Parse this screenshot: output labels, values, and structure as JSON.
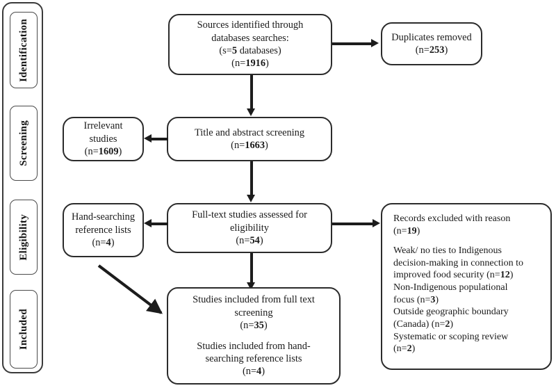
{
  "diagram": {
    "title": "PRISMA study selection flow diagram",
    "line_color": "#1c1c1c",
    "box_border_color": "#2b2b2b",
    "background": "#ffffff"
  },
  "stages": [
    {
      "label": "Identification",
      "name": "stage-identification"
    },
    {
      "label": "Screening",
      "name": "stage-screening"
    },
    {
      "label": "Eligibility",
      "name": "stage-eligibility"
    },
    {
      "label": "Included",
      "name": "stage-included"
    }
  ],
  "nodes": {
    "sources": {
      "line1": "Sources identified through",
      "line2": "databases searches:",
      "line3_pre": "(s=",
      "line3_num": "5",
      "line3_post": " databases)",
      "line4_pre": "(n=",
      "line4_num": "1916",
      "line4_post": ")"
    },
    "duplicates": {
      "line1": "Duplicates removed",
      "line2_pre": "(n=",
      "line2_num": "253",
      "line2_post": ")"
    },
    "title_abstract": {
      "line1": "Title and abstract screening",
      "line2_pre": "(n=",
      "line2_num": "1663",
      "line2_post": ")"
    },
    "irrelevant": {
      "line1": "Irrelevant",
      "line2": "studies",
      "line3_pre": "(n=",
      "line3_num": "1609",
      "line3_post": ")"
    },
    "fulltext": {
      "line1": "Full-text studies assessed for",
      "line2": "eligibility",
      "line3_pre": "(n=",
      "line3_num": "54",
      "line3_post": ")"
    },
    "handsearch": {
      "line1": "Hand-searching",
      "line2": "reference lists",
      "line3_pre": "(n=",
      "line3_num": "4",
      "line3_post": ")"
    },
    "excluded": {
      "heading": "Records excluded with reason",
      "heading_num_pre": "(n=",
      "heading_num": "19",
      "heading_num_post": ")",
      "reason1_a": "Weak/ no ties to Indigenous",
      "reason1_b": "decision-making in connection to",
      "reason1_c_pre": "improved food security (n=",
      "reason1_c_num": "12",
      "reason1_c_post": ")",
      "reason2_a": "Non-Indigenous populational",
      "reason2_b_pre": "focus (n=",
      "reason2_b_num": "3",
      "reason2_b_post": ")",
      "reason3_a": "Outside geographic boundary",
      "reason3_b_pre": "(Canada) (n=",
      "reason3_b_num": "2",
      "reason3_b_post": ")",
      "reason4_a": "Systematic or scoping review",
      "reason4_b_pre": "(n=",
      "reason4_b_num": "2",
      "reason4_b_post": ")"
    },
    "included": {
      "line1": "Studies included from full text",
      "line2": "screening",
      "line3_pre": "(n=",
      "line3_num": "35",
      "line3_post": ")",
      "line4": "Studies included from hand-",
      "line5": "searching reference lists",
      "line6_pre": "(n=",
      "line6_num": "4",
      "line6_post": ")"
    }
  }
}
